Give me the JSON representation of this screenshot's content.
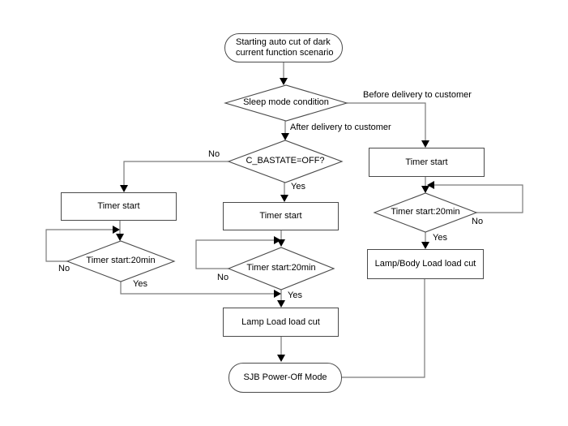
{
  "diagram": {
    "title": "Starting auto cut of dark current function scenario",
    "nodes": {
      "start": "Starting auto cut of dark current function scenario",
      "sleep_condition": "Sleep mode condition",
      "c_bastate": "C_BASTATE=OFF?",
      "timer_start_left": "Timer start",
      "timer_start_center": "Timer start",
      "timer_start_right": "Timer start",
      "timer_20min_left": "Timer start:20min",
      "timer_20min_center": "Timer start:20min",
      "timer_20min_right": "Timer start:20min",
      "lamp_load_cut": "Lamp Load load cut",
      "lamp_body_load_cut": "Lamp/Body Load load cut",
      "sjb_power_off": "SJB Power-Off Mode"
    },
    "edge_labels": {
      "before_delivery": "Before delivery to customer",
      "after_delivery": "After delivery to customer",
      "c_bastate_no": "No",
      "c_bastate_yes": "Yes",
      "left_loop_no": "No",
      "left_yes": "Yes",
      "center_loop_no": "No",
      "center_yes": "Yes",
      "right_loop_no": "No",
      "right_yes": "Yes"
    },
    "colors": {
      "background": "#ffffff",
      "node_fill": "#ffffff",
      "node_border": "#4a4a4a",
      "connector": "#7a7a7a",
      "arrowhead": "#000000",
      "text": "#000000"
    }
  }
}
